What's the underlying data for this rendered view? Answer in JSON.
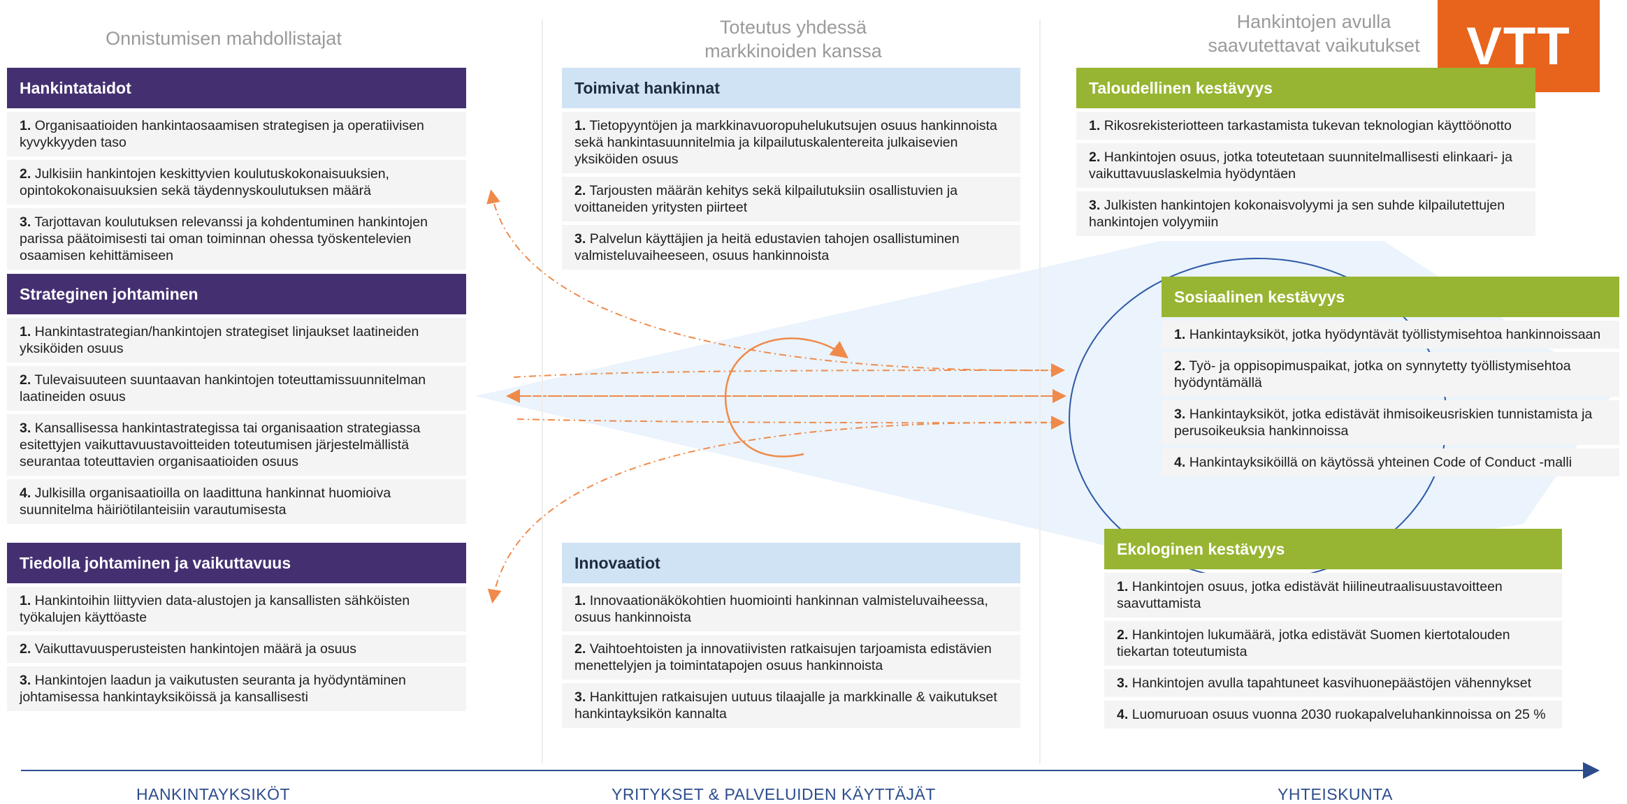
{
  "logo": "VTT",
  "columns": [
    {
      "title": "Onnistumisen mahdollistajat"
    },
    {
      "title": "Toteutus yhdessä\nmarkkinoiden kanssa"
    },
    {
      "title": "Hankintojen avulla\nsaavutettavat vaikutukset"
    }
  ],
  "hankintataidot": {
    "title": "Hankintataidot",
    "items": [
      {
        "num": "1.",
        "text": "Organisaatioiden hankintaosaamisen strategisen ja operatiivisen kyvykkyyden taso"
      },
      {
        "num": "2.",
        "text": "Julkisiin hankintojen keskittyvien koulutuskokonaisuuksien, opintokokonaisuuksien sekä täydennyskoulutuksen määrä"
      },
      {
        "num": "3.",
        "text": "Tarjottavan koulutuksen relevanssi ja kohdentuminen hankintojen parissa päätoimisesti tai oman toiminnan ohessa työskentelevien osaamisen kehittämiseen"
      }
    ]
  },
  "strateginen": {
    "title": "Strateginen johtaminen",
    "items": [
      {
        "num": "1.",
        "text": "Hankintastrategian/hankintojen strategiset linjaukset laatineiden yksiköiden osuus"
      },
      {
        "num": "2.",
        "text": "Tulevaisuuteen suuntaavan hankintojen toteuttamissuunnitelman laatineiden osuus"
      },
      {
        "num": "3.",
        "text": "Kansallisessa hankintastrategissa tai organisaation strategiassa esitettyjen vaikuttavuustavoitteiden toteutumisen järjestelmällistä seurantaa toteuttavien organisaatioiden osuus"
      },
      {
        "num": "4.",
        "text": "Julkisilla organisaatioilla on laadittuna hankinnat huomioiva suunnitelma häiriötilanteisiin varautumisesta"
      }
    ]
  },
  "tiedolla": {
    "title": "Tiedolla johtaminen ja vaikuttavuus",
    "items": [
      {
        "num": "1.",
        "text": "Hankintoihin liittyvien data-alustojen ja kansallisten sähköisten työkalujen käyttöaste"
      },
      {
        "num": "2.",
        "text": "Vaikuttavuusperusteisten hankintojen määrä ja osuus"
      },
      {
        "num": "3.",
        "text": "Hankintojen laadun ja vaikutusten seuranta ja hyödyntäminen johtamisessa hankintayksiköissä ja kansallisesti"
      }
    ]
  },
  "toimivat": {
    "title": "Toimivat hankinnat",
    "items": [
      {
        "num": "1.",
        "text": "Tietopyyntöjen ja markkinavuoropuhelukutsujen osuus hankinnoista sekä hankintasuunnitelmia ja kilpailutuskalentereita julkaisevien yksiköiden osuus"
      },
      {
        "num": "2.",
        "text": "Tarjousten määrän kehitys sekä kilpailutuksiin osallistuvien ja voittaneiden yritysten piirteet"
      },
      {
        "num": "3.",
        "text": "Palvelun käyttäjien ja heitä edustavien tahojen osallistuminen valmisteluvaiheeseen, osuus hankinnoista"
      }
    ]
  },
  "innovaatiot": {
    "title": "Innovaatiot",
    "items": [
      {
        "num": "1.",
        "text": "Innovaationäkökohtien huomiointi hankinnan valmisteluvaiheessa, osuus hankinnoista"
      },
      {
        "num": "2.",
        "text": "Vaihtoehtoisten ja innovatiivisten ratkaisujen tarjoamista edistävien menettelyjen ja toimintatapojen osuus hankinnoista"
      },
      {
        "num": "3.",
        "text": "Hankittujen ratkaisujen uutuus tilaajalle ja markkinalle & vaikutukset hankintayksikön kannalta"
      }
    ]
  },
  "taloudellinen": {
    "title": "Taloudellinen kestävyys",
    "items": [
      {
        "num": "1.",
        "text": "Rikosrekisteriotteen tarkastamista tukevan teknologian käyttöönotto"
      },
      {
        "num": "2.",
        "text": "Hankintojen osuus, jotka toteutetaan suunnitelmallisesti elinkaari- ja vaikuttavuuslaskelmia hyödyntäen"
      },
      {
        "num": "3.",
        "text": "Julkisten hankintojen kokonaisvolyymi ja sen suhde kilpailutettujen hankintojen volyymiin"
      }
    ]
  },
  "sosiaalinen": {
    "title": "Sosiaalinen kestävyys",
    "items": [
      {
        "num": "1.",
        "text": "Hankintayksiköt, jotka hyödyntävät työllistymisehtoa hankinnoissaan"
      },
      {
        "num": "2.",
        "text": "Työ- ja oppisopimuspaikat, jotka on synnytetty työllistymisehtoa hyödyntämällä"
      },
      {
        "num": "3.",
        "text": "Hankintayksiköt, jotka edistävät ihmisoikeusriskien tunnistamista ja perusoikeuksia hankinnoissa"
      },
      {
        "num": "4.",
        "text": "Hankintayksiköillä on käytössä yhteinen Code of Conduct -malli"
      }
    ]
  },
  "ekologinen": {
    "title": "Ekologinen kestävyys",
    "items": [
      {
        "num": "1.",
        "text": "Hankintojen osuus, jotka edistävät hiilineutraalisuustavoitteen saavuttamista"
      },
      {
        "num": "2.",
        "text": "Hankintojen lukumäärä, jotka edistävät Suomen kiertotalouden tiekartan toteutumista"
      },
      {
        "num": "3.",
        "text": "Hankintojen avulla tapahtuneet kasvihuonepäästöjen vähennykset"
      },
      {
        "num": "4.",
        "text": "Luomuruoan osuus vuonna 2030 ruokapalveluhankinnoissa on 25 %"
      }
    ]
  },
  "bottom": {
    "left": "HANKINTAYKSIKÖT",
    "center": "YRITYKSET & PALVELUIDEN KÄYTTÄJÄT",
    "right": "YHTEISKUNTA"
  },
  "colors": {
    "purple": "#443071",
    "lightblue": "#cfe3f5",
    "green": "#97b532",
    "orange": "#e8641c",
    "arrow": "#ef8a4a",
    "navy": "#2c4c8c"
  }
}
